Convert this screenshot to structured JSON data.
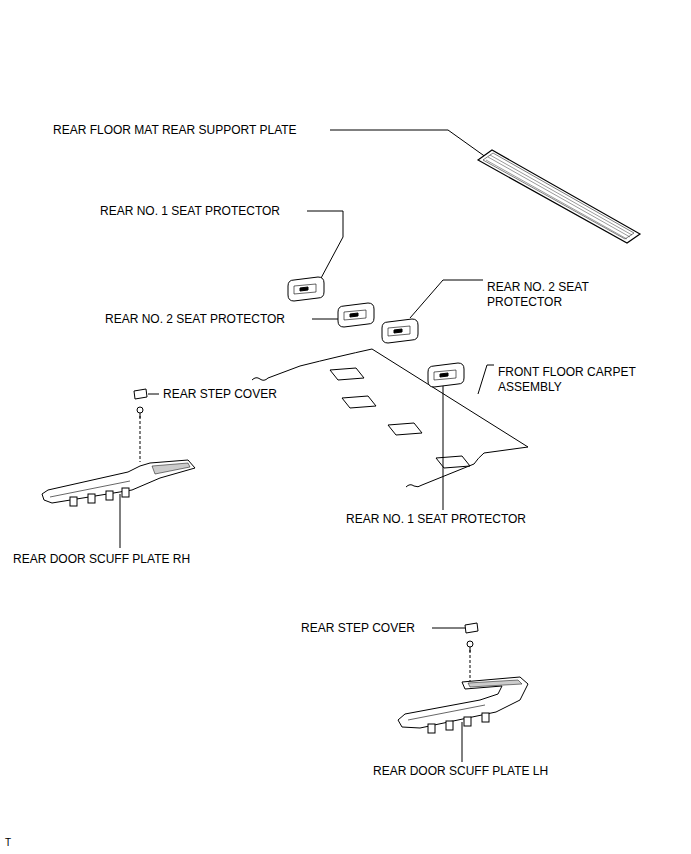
{
  "diagram": {
    "labels": [
      "REAR FLOOR MAT REAR SUPPORT PLATE",
      "REAR NO. 1 SEAT PROTECTOR",
      "REAR NO. 2 SEAT PROTECTOR",
      "REAR NO. 2 SEAT PROTECTOR",
      "FRONT FLOOR CARPET ASSEMBLY",
      "REAR STEP COVER",
      "REAR NO. 1 SEAT PROTECTOR",
      "REAR DOOR SCUFF PLATE RH",
      "REAR STEP COVER",
      "REAR DOOR SCUFF PLATE LH",
      "T"
    ]
  }
}
